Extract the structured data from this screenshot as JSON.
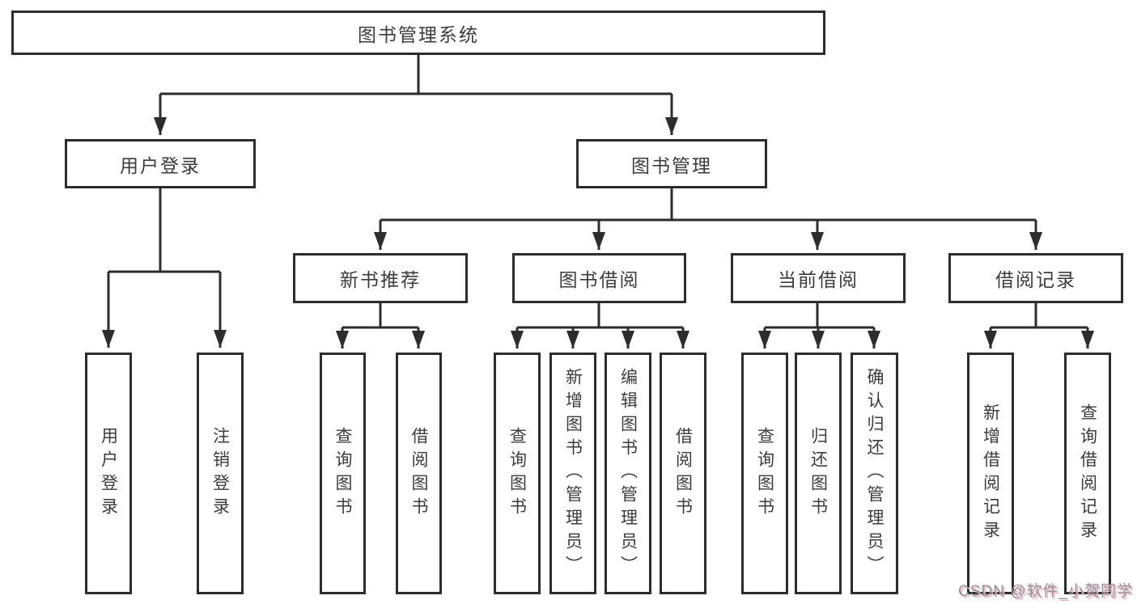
{
  "tree": {
    "label": "图书管理系统",
    "children": [
      {
        "label": "用户登录",
        "children": [
          {
            "label": "用户登录"
          },
          {
            "label": "注销登录"
          }
        ]
      },
      {
        "label": "图书管理",
        "children": [
          {
            "label": "新书推荐",
            "children": [
              {
                "label": "查询图书"
              },
              {
                "label": "借阅图书"
              }
            ]
          },
          {
            "label": "图书借阅",
            "children": [
              {
                "label": "查询图书"
              },
              {
                "label": "新增图书（管理员）"
              },
              {
                "label": "编辑图书（管理员）"
              },
              {
                "label": "借阅图书"
              }
            ]
          },
          {
            "label": "当前借阅",
            "children": [
              {
                "label": "查询图书"
              },
              {
                "label": "归还图书"
              },
              {
                "label": "确认归还（管理员）"
              }
            ]
          },
          {
            "label": "借阅记录",
            "children": [
              {
                "label": "新增借阅记录"
              },
              {
                "label": "查询借阅记录"
              }
            ]
          }
        ]
      }
    ]
  },
  "watermark": "CSDN @软件_小贺同学",
  "colors": {
    "line": "#2d2d2d",
    "box_border": "#2d2d2d",
    "text": "#3c3c3c",
    "background": "#ffffff",
    "watermark_text": "#8f9296",
    "watermark_shadow": "#f2aebe"
  }
}
